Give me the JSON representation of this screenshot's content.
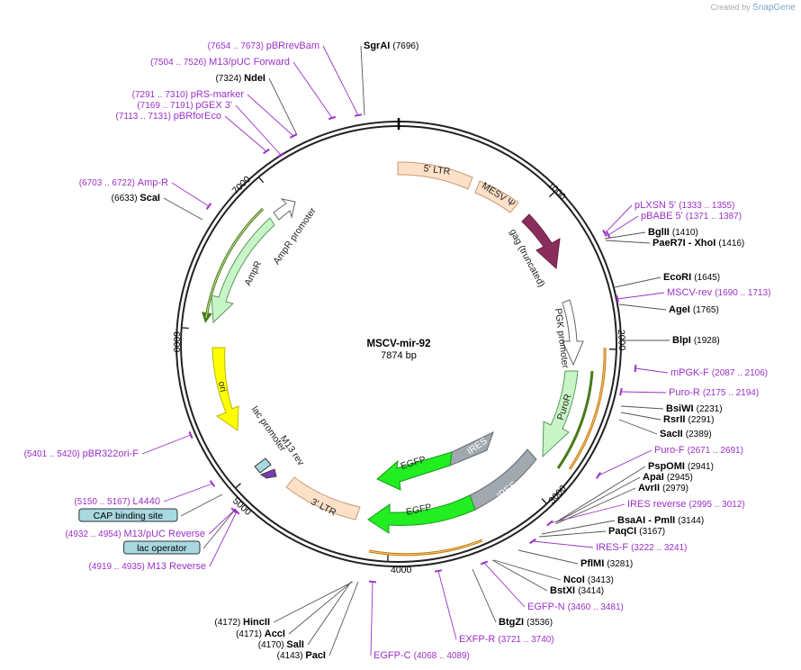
{
  "watermark": {
    "created_by": "Created by",
    "brand": "SnapGene"
  },
  "plasmid": {
    "name": "MSCV-mir-92",
    "length": "7874 bp"
  },
  "ticks": [
    "1000",
    "2000",
    "3000",
    "4000",
    "5000",
    "6000",
    "7000"
  ],
  "features": {
    "ltr5": "5' LTR",
    "mesv": "MESV Ψ",
    "gag": "gag (truncated)",
    "pgk": "PGK promoter",
    "puror": "PuroR",
    "ires1": "IRES",
    "egfp1": "EGFP",
    "ires2": "IRES",
    "egfp2": "EGFP",
    "ltr3": "3' LTR",
    "ampr": "AmpR",
    "ampr_prom": "AmpR promoter",
    "ori": "ori",
    "lac_prom": "lac promoter",
    "m13rev": "M13 rev"
  },
  "sites": [
    {
      "name": "SgrAI",
      "pos": "(7696)",
      "kind": "enzyme"
    },
    {
      "name": "pBRrevBam",
      "pos": "(7654 .. 7673)",
      "kind": "primer"
    },
    {
      "name": "M13/pUC Forward",
      "pos": "(7504 .. 7526)",
      "kind": "primer"
    },
    {
      "name": "NdeI",
      "pos": "(7324)",
      "kind": "enzyme"
    },
    {
      "name": "pRS-marker",
      "pos": "(7291 .. 7310)",
      "kind": "primer"
    },
    {
      "name": "pGEX 3'",
      "pos": "(7169 .. 7191)",
      "kind": "primer"
    },
    {
      "name": "pBRforEco",
      "pos": "(7113 .. 7131)",
      "kind": "primer"
    },
    {
      "name": "Amp-R",
      "pos": "(6703 .. 6722)",
      "kind": "primer"
    },
    {
      "name": "ScaI",
      "pos": "(6633)",
      "kind": "enzyme"
    },
    {
      "name": "pBR322ori-F",
      "pos": "(5401 .. 5420)",
      "kind": "primer"
    },
    {
      "name": "L4440",
      "pos": "(5150 .. 5167)",
      "kind": "primer"
    },
    {
      "name": "CAP binding site",
      "pos": "",
      "kind": "box"
    },
    {
      "name": "M13/pUC Reverse",
      "pos": "(4932 .. 4954)",
      "kind": "primer"
    },
    {
      "name": "lac operator",
      "pos": "",
      "kind": "box"
    },
    {
      "name": "M13 Reverse",
      "pos": "(4919 .. 4935)",
      "kind": "primer"
    },
    {
      "name": "HincII",
      "pos": "(4172)",
      "kind": "enzyme"
    },
    {
      "name": "AccI",
      "pos": "(4171)",
      "kind": "enzyme"
    },
    {
      "name": "SalI",
      "pos": "(4170)",
      "kind": "enzyme"
    },
    {
      "name": "PacI",
      "pos": "(4143)",
      "kind": "enzyme"
    },
    {
      "name": "EGFP-C",
      "pos": "(4068 .. 4089)",
      "kind": "primer"
    },
    {
      "name": "EXFP-R",
      "pos": "(3721 .. 3740)",
      "kind": "primer"
    },
    {
      "name": "BtgZI",
      "pos": "(3536)",
      "kind": "enzyme"
    },
    {
      "name": "EGFP-N",
      "pos": "(3460 .. 3481)",
      "kind": "primer"
    },
    {
      "name": "BstXI",
      "pos": "(3414)",
      "kind": "enzyme"
    },
    {
      "name": "NcoI",
      "pos": "(3413)",
      "kind": "enzyme"
    },
    {
      "name": "PflMI",
      "pos": "(3281)",
      "kind": "enzyme"
    },
    {
      "name": "IRES-F",
      "pos": "(3222 .. 3241)",
      "kind": "primer"
    },
    {
      "name": "PaqCI",
      "pos": "(3167)",
      "kind": "enzyme"
    },
    {
      "name": "BsaAI - PmlI",
      "pos": "(3144)",
      "kind": "enzyme"
    },
    {
      "name": "IRES reverse",
      "pos": "(2995 .. 3012)",
      "kind": "primer"
    },
    {
      "name": "AvrII",
      "pos": "(2979)",
      "kind": "enzyme"
    },
    {
      "name": "ApaI",
      "pos": "(2945)",
      "kind": "enzyme"
    },
    {
      "name": "PspOMI",
      "pos": "(2941)",
      "kind": "enzyme"
    },
    {
      "name": "Puro-F",
      "pos": "(2671 .. 2691)",
      "kind": "primer"
    },
    {
      "name": "SacII",
      "pos": "(2389)",
      "kind": "enzyme"
    },
    {
      "name": "RsrII",
      "pos": "(2291)",
      "kind": "enzyme"
    },
    {
      "name": "BsiWI",
      "pos": "(2231)",
      "kind": "enzyme"
    },
    {
      "name": "Puro-R",
      "pos": "(2175 .. 2194)",
      "kind": "primer"
    },
    {
      "name": "mPGK-F",
      "pos": "(2087 .. 2106)",
      "kind": "primer"
    },
    {
      "name": "BlpI",
      "pos": "(1928)",
      "kind": "enzyme"
    },
    {
      "name": "AgeI",
      "pos": "(1765)",
      "kind": "enzyme"
    },
    {
      "name": "MSCV-rev",
      "pos": "(1690 .. 1713)",
      "kind": "primer"
    },
    {
      "name": "EcoRI",
      "pos": "(1645)",
      "kind": "enzyme"
    },
    {
      "name": "PaeR7I - XhoI",
      "pos": "(1416)",
      "kind": "enzyme"
    },
    {
      "name": "BglII",
      "pos": "(1410)",
      "kind": "enzyme"
    },
    {
      "name": "pBABE 5'",
      "pos": "(1371 .. 1387)",
      "kind": "primer"
    },
    {
      "name": "pLXSN 5'",
      "pos": "(1333 .. 1355)",
      "kind": "primer"
    }
  ]
}
